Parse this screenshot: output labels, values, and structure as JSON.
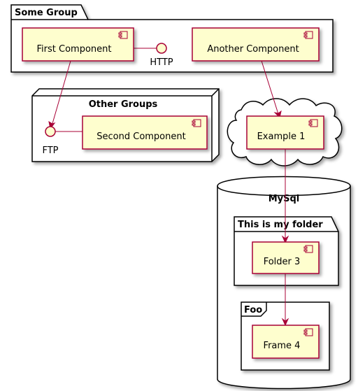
{
  "groups": {
    "some_group": "Some Group",
    "other_groups": "Other Groups",
    "cloud": "",
    "mysql": "MySql",
    "folder": "This is my folder",
    "frame": "Foo"
  },
  "components": {
    "first": "First Component",
    "another": "Another Component",
    "second": "Second Component",
    "example1": "Example 1",
    "folder3": "Folder 3",
    "frame4": "Frame 4"
  },
  "interfaces": {
    "http": "HTTP",
    "ftp": "FTP"
  },
  "colors": {
    "component_fill": "#FEFECE",
    "component_border": "#A80036",
    "arrow": "#A80036",
    "group_border": "#000000"
  }
}
